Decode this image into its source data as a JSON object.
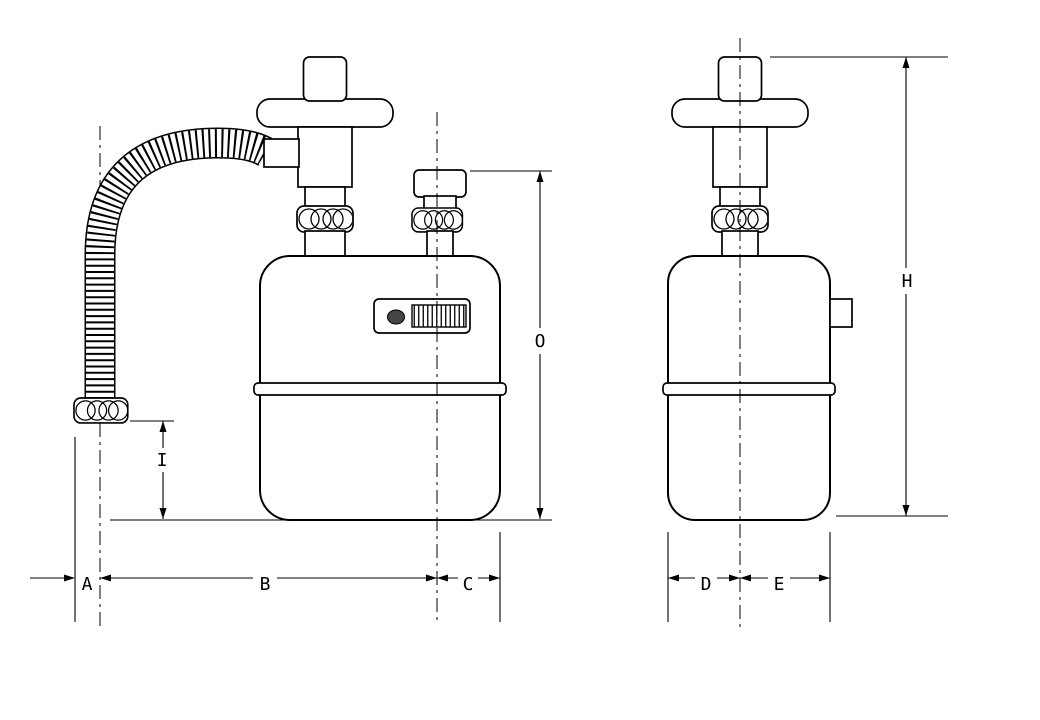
{
  "diagram": {
    "labels": {
      "A": "A",
      "B": "B",
      "C": "C",
      "D": "D",
      "E": "E",
      "H": "H",
      "I": "I",
      "O": "O"
    },
    "colors": {
      "line": "#000000",
      "background": "#ffffff",
      "indicator_button": "#444444"
    }
  }
}
